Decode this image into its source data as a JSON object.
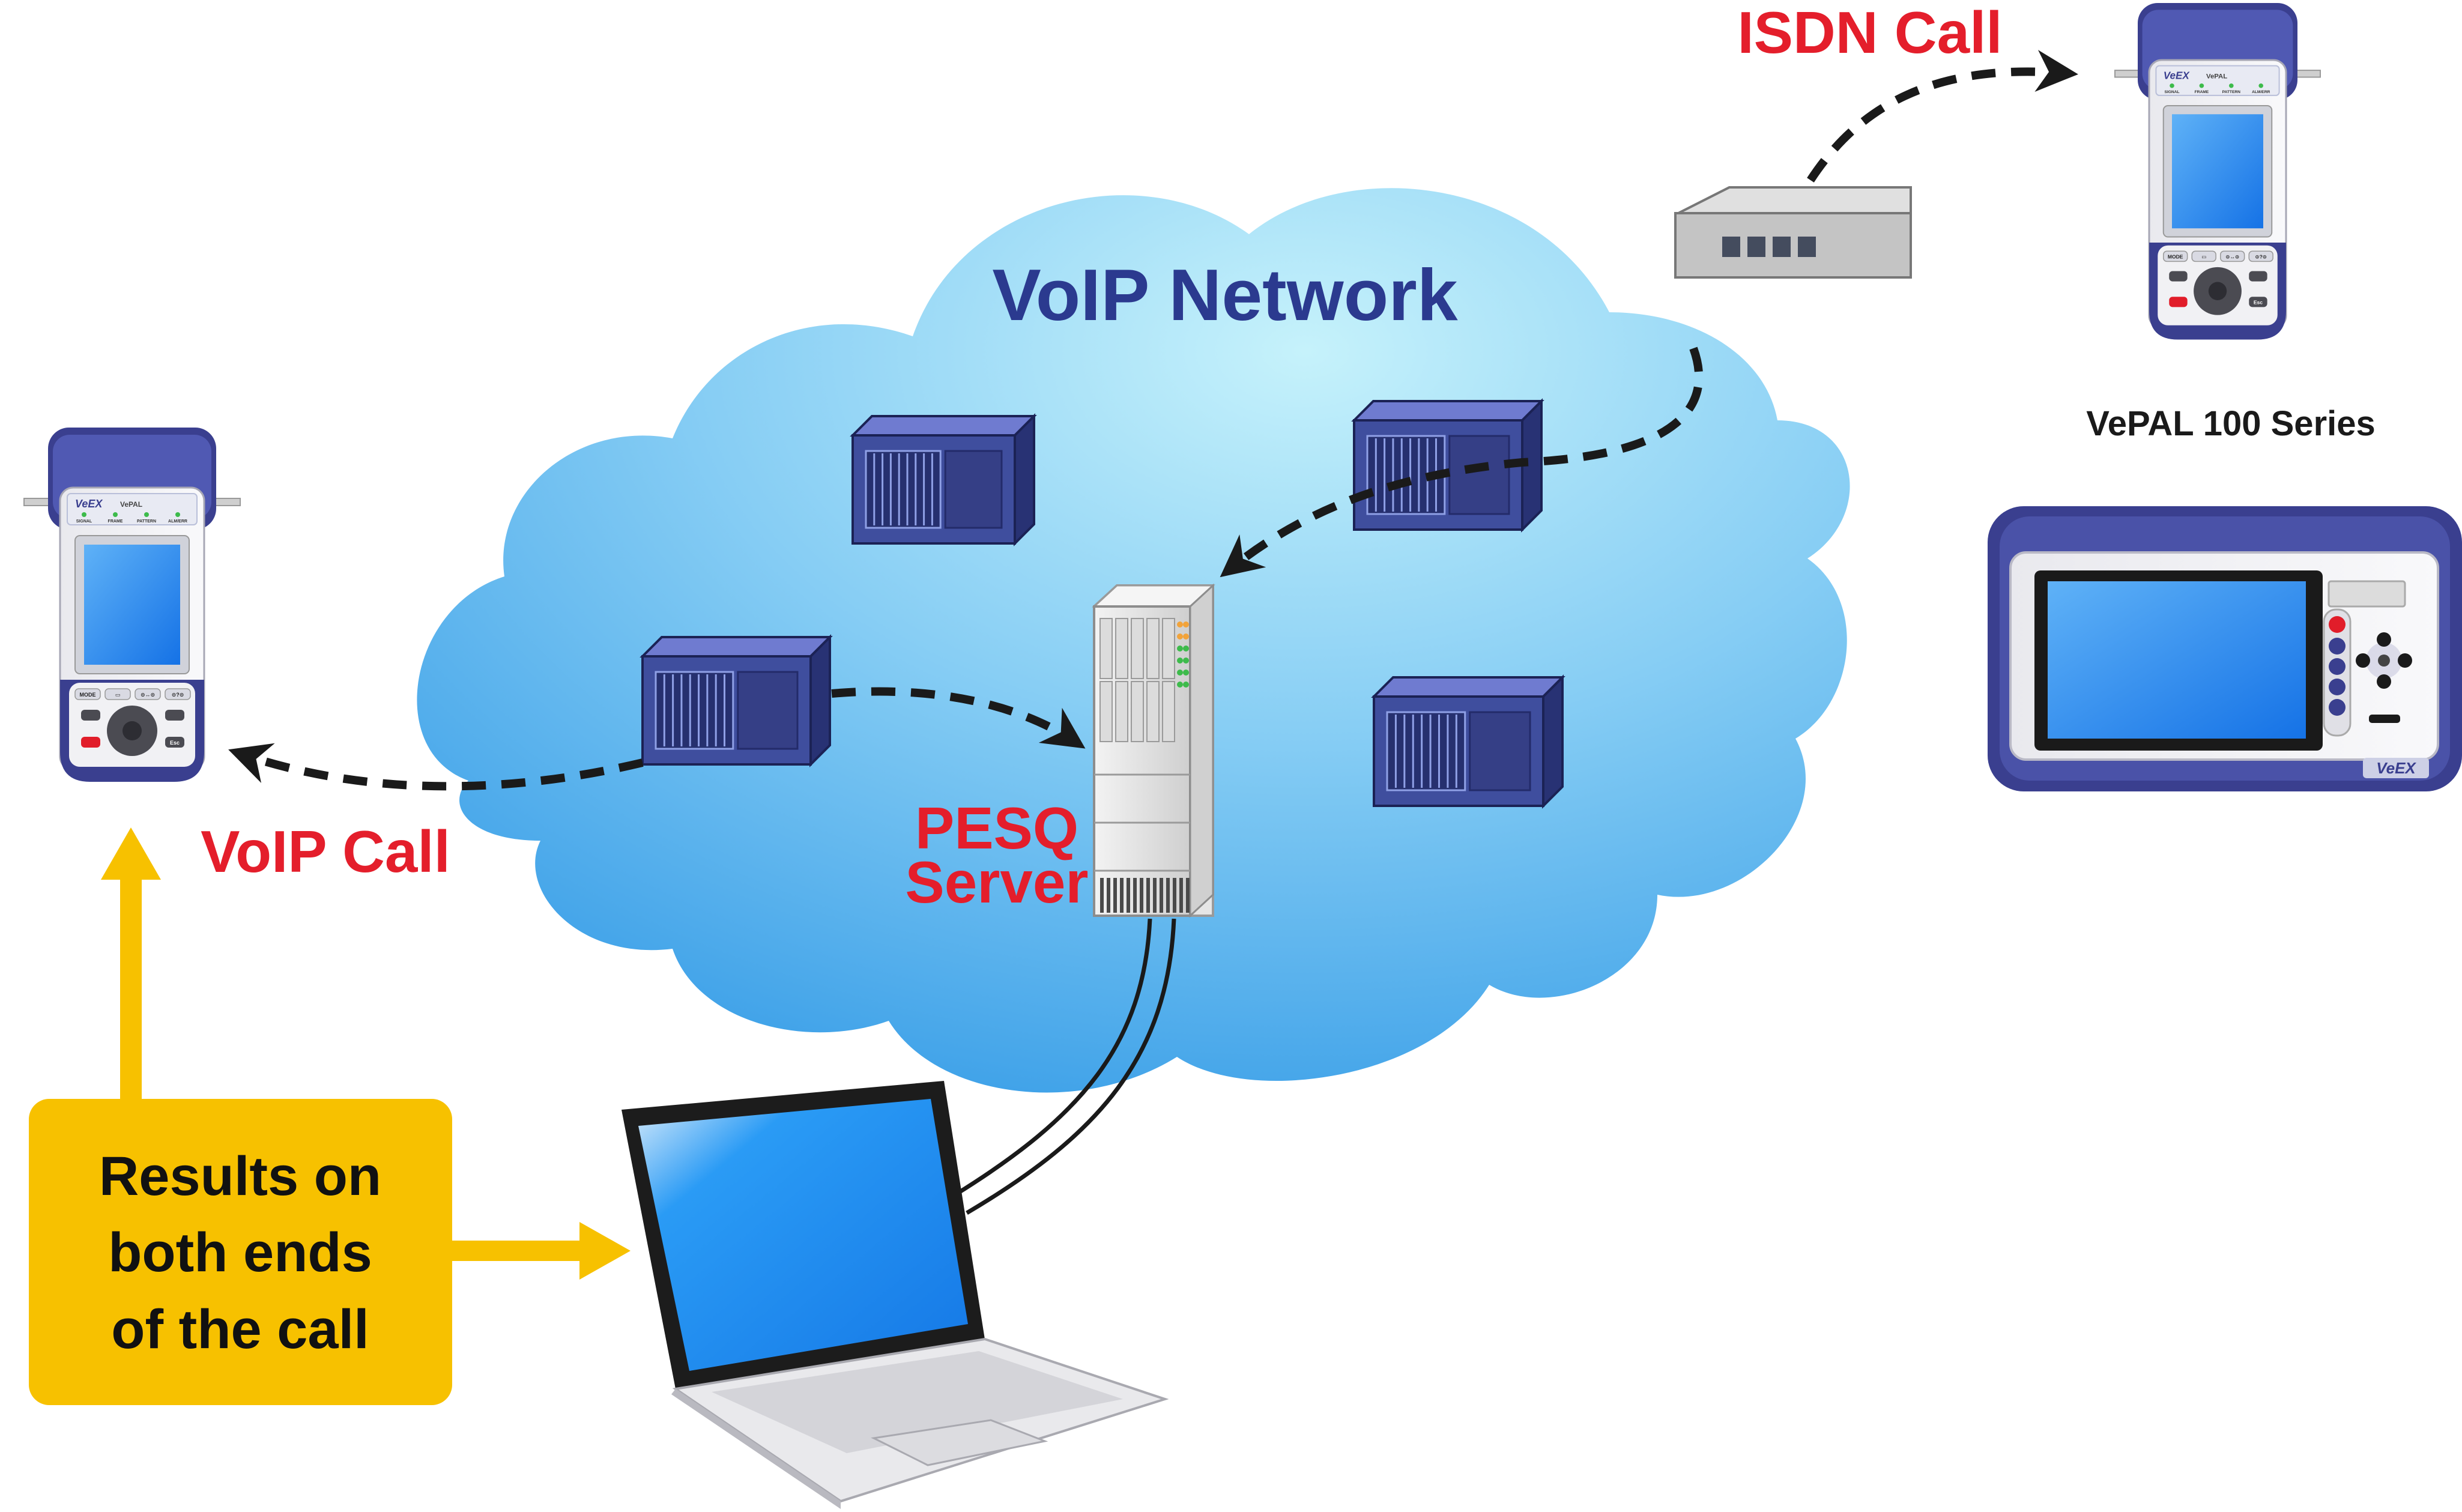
{
  "labels": {
    "cloud_title": "VoIP Network",
    "isdn_call": "ISDN Call",
    "voip_call": "VoIP Call",
    "pesq_line1": "PESQ",
    "pesq_line2": "Server",
    "vepal_series": "VePAL 100 Series",
    "results_line1": "Results on",
    "results_line2": "both ends",
    "results_line3": "of the call"
  },
  "device_text": {
    "brand": "VeEX",
    "model": "VePAL",
    "leds": [
      "SIGNAL",
      "FRAME",
      "PATTERN",
      "ALM/ERR"
    ],
    "keys": [
      "MODE",
      "▭",
      "⊙↔⊙",
      "⊙?⊙",
      "Esc"
    ]
  },
  "colors": {
    "cloud_light": "#b7ecfa",
    "cloud_dark": "#3aa3ea",
    "call_label_red": "#e41e2b",
    "title_blue": "#2b3a8f",
    "results_box": "#f7c100",
    "arrow_yellow": "#f7c100",
    "device_navy": "#3a3f8f",
    "screen_blue": "#1e88f0",
    "node_blue": "#3d4d96"
  }
}
